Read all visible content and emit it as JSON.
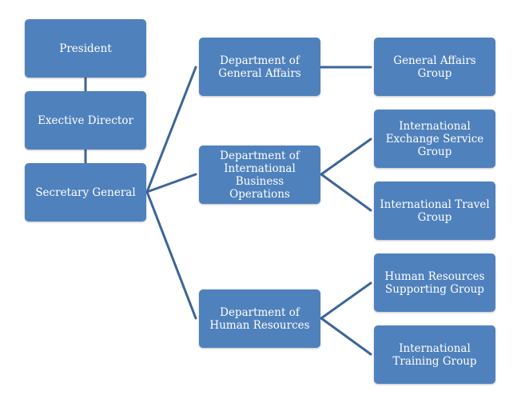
{
  "org_chart": {
    "colors": {
      "box_fill": "#4f81bd",
      "connector": "#3c6596",
      "text": "#ffffff"
    },
    "executive": {
      "president": "President",
      "executive_director": "Exective Director",
      "secretary_general": "Secretary General"
    },
    "departments": {
      "general_affairs": "Department of\nGeneral Affairs",
      "international_business": "Department of\nInternational\nBusiness Operations",
      "human_resources": "Department of\nHuman Resources"
    },
    "groups": {
      "general_affairs_group": "General Affairs\nGroup",
      "international_exchange_service_group": "International\nExchange Service\nGroup",
      "international_travel_group": "International Travel\nGroup",
      "human_resources_supporting_group": "Human Resources\nSupporting Group",
      "international_training_group": "International\nTraining Group"
    }
  }
}
